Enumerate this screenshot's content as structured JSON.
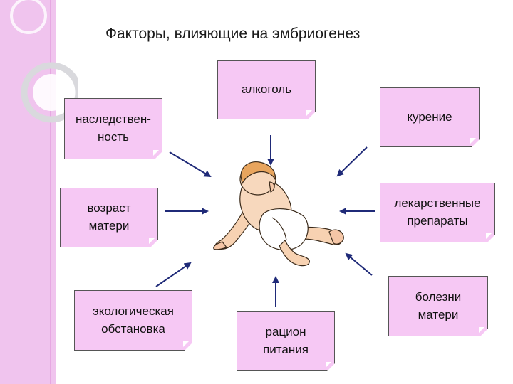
{
  "title": "Факторы, влияющие на эмбриогенез",
  "factors": {
    "heredity": "наследствен-\nность",
    "alcohol": "алкоголь",
    "smoking": "курение",
    "mother_age": "возраст\nматери",
    "medications": "лекарственные\nпрепараты",
    "ecology": "экологическая\nобстановка",
    "diet": "рацион\nпитания",
    "mother_diseases": "болезни\nматери"
  },
  "colors": {
    "box_fill": "#f6c8f4",
    "sidebar": "#f0c4ee",
    "arrow": "#1f2a78"
  },
  "center_image": "crawling-baby-illustration"
}
